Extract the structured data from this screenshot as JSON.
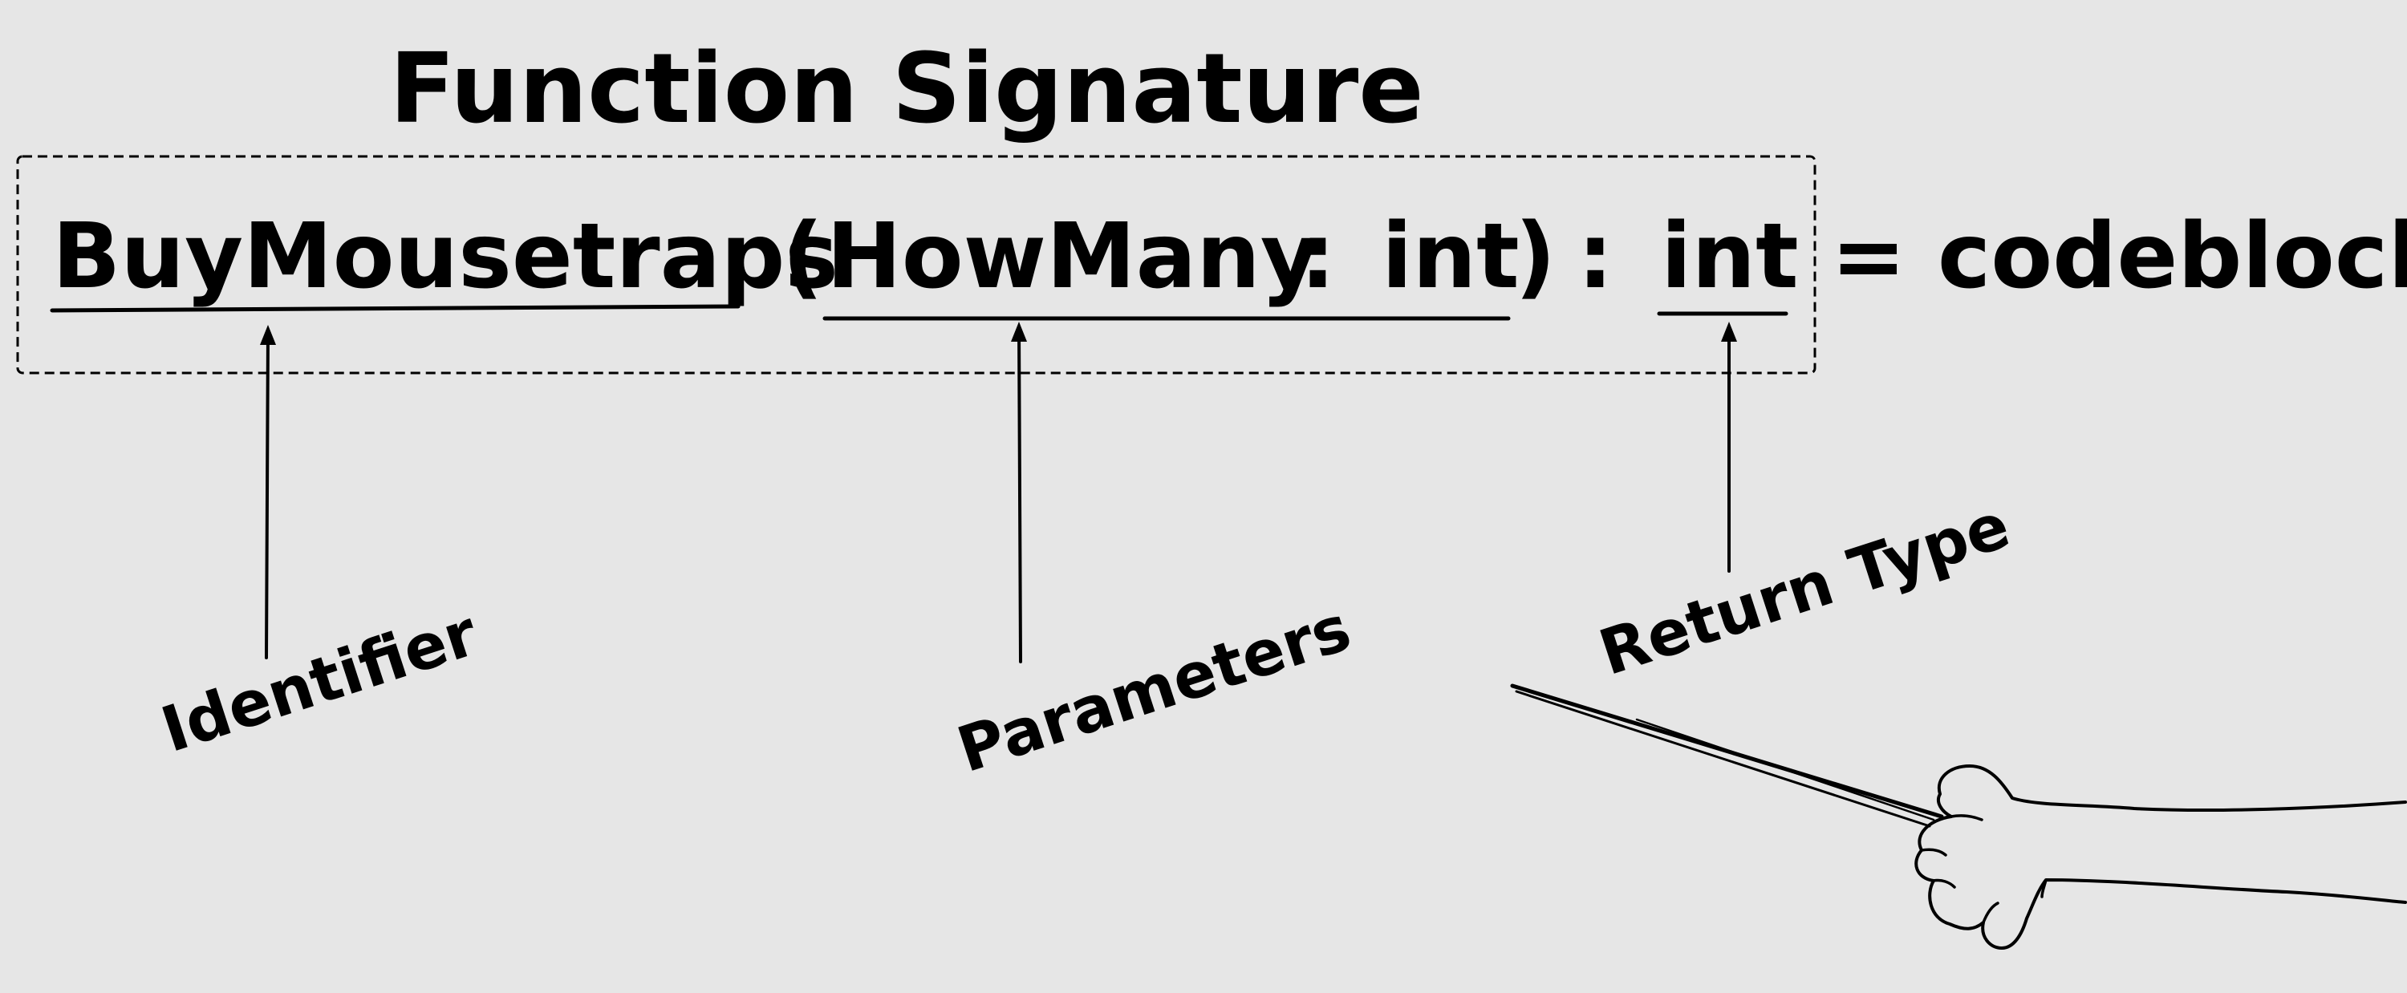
{
  "title": "Function Signature",
  "signature": {
    "identifier": "BuyMousetraps",
    "open_paren": "(",
    "param_name": "HowMany",
    "param_colon": ":",
    "param_type": "int",
    "close_paren": ")",
    "return_colon": ":",
    "return_type": "int",
    "assignment": "= codeblock"
  },
  "labels": {
    "identifier": "Identifier",
    "parameters": "Parameters",
    "return_type": "Return Type"
  },
  "colors": {
    "background": "#e6e6e6",
    "ink": "#000000"
  },
  "icons": {
    "pointer": "hand-holding-pointer-stick"
  }
}
